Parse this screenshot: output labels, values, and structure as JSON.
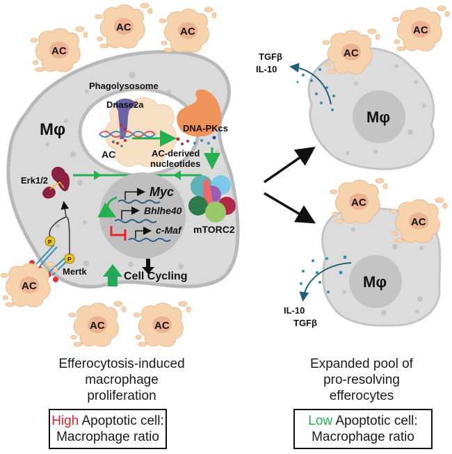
{
  "colors": {
    "cell_fill": "#d9d9d9",
    "cell_stroke": "#bdbdbd",
    "nucleus_fill": "#bfbfbf",
    "ac_fill": "#f6d3ac",
    "ac_core": "#e8a78a",
    "green": "#22b14c",
    "red": "#e8202a",
    "erk": "#8b2042",
    "dnapk": "#f0935a",
    "dnase": "#6b63a8",
    "cytokine": "#2e8fb5"
  },
  "left_panel": {
    "macrophage_label": "Mφ",
    "phagolysosome_label": "Phagolysosome",
    "dnase_label": "Dnase2a",
    "inner_ac_label": "AC",
    "dnapk_label": "DNA-PKcs",
    "nucleotides_label_1": "AC-derived",
    "nucleotides_label_2": "nucleotides",
    "erk_label": "Erk1/2",
    "mtorc_label": "mTORC2",
    "genes": [
      "Myc",
      "Bhlhe40",
      "c-Maf"
    ],
    "mertk_label": "Mertk",
    "phospho_label": "P",
    "cell_cycling_label": "Cell Cycling",
    "ac_labels": [
      "AC",
      "AC",
      "AC",
      "AC",
      "AC",
      "AC"
    ]
  },
  "right_top_panel": {
    "macrophage_label": "Mφ",
    "cytokines": [
      "TGFβ",
      "IL-10"
    ],
    "ac_labels": [
      "AC",
      "AC"
    ]
  },
  "right_bottom_panel": {
    "macrophage_label": "Mφ",
    "cytokines": [
      "IL-10",
      "TGFβ"
    ],
    "ac_labels": [
      "AC",
      "AC"
    ]
  },
  "captions": {
    "left_lines": [
      "Efferocytosis-induced",
      "macrophage",
      "proliferation"
    ],
    "right_lines": [
      "Expanded pool of",
      "pro-resolving",
      "efferocytes"
    ]
  },
  "boxes": {
    "left": {
      "highlight": "High",
      "highlight_color": "#e8202a",
      "rest_line1": " Apoptotic cell:",
      "line2": "Macrophage ratio"
    },
    "right": {
      "highlight": "Low",
      "highlight_color": "#22b14c",
      "rest_line1": " Apoptotic cell:",
      "line2": "Macrophage ratio"
    }
  }
}
